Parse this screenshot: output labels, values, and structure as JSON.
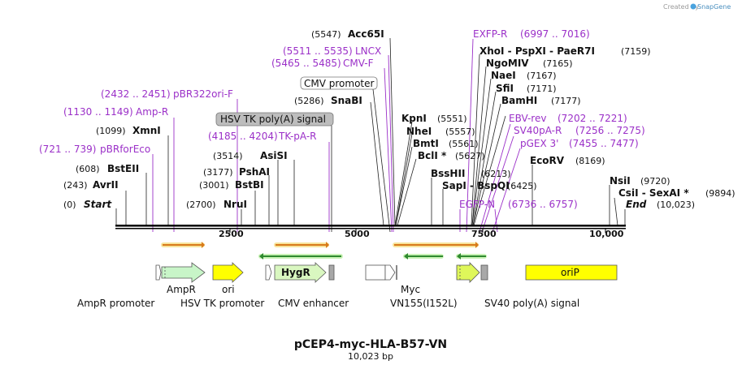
{
  "credit": {
    "text": "Created by",
    "brand": "SnapGene"
  },
  "title": "pCEP4-myc-HLA-B57-VN",
  "subtitle": "10,023 bp",
  "axis_ticks": [
    "2500",
    "5000",
    "7500",
    "10,000"
  ],
  "sites": [
    {
      "name": "Start",
      "pos": "(0)"
    },
    {
      "name": "AvrII",
      "pos": "(243)"
    },
    {
      "name": "BstEII",
      "pos": "(608)"
    },
    {
      "name": "XmnI",
      "pos": "(1099)"
    },
    {
      "name": "NruI",
      "pos": "(2700)"
    },
    {
      "name": "BstBI",
      "pos": "(3001)"
    },
    {
      "name": "PshAI",
      "pos": "(3177)"
    },
    {
      "name": "AsiSI",
      "pos": "(3514)"
    },
    {
      "name": "SnaBI",
      "pos": "(5286)"
    },
    {
      "name": "Acc65I",
      "pos": "(5547)"
    },
    {
      "name": "KpnI",
      "pos": "(5551)"
    },
    {
      "name": "NheI",
      "pos": "(5557)"
    },
    {
      "name": "BmtI",
      "pos": "(5561)"
    },
    {
      "name": "BclI *",
      "pos": "(5627)"
    },
    {
      "name": "BssHII",
      "pos": "(6213)"
    },
    {
      "name": "SapI - BspQI",
      "pos": "(6425)"
    },
    {
      "name": "XhoI - PspXI - PaeR7I",
      "pos": "(7159)"
    },
    {
      "name": "NgoMIV",
      "pos": "(7165)"
    },
    {
      "name": "NaeI",
      "pos": "(7167)"
    },
    {
      "name": "SfiI",
      "pos": "(7171)"
    },
    {
      "name": "BamHI",
      "pos": "(7177)"
    },
    {
      "name": "EcoRV",
      "pos": "(8169)"
    },
    {
      "name": "NsiI",
      "pos": "(9720)"
    },
    {
      "name": "CsiI - SexAI *",
      "pos": "(9894)"
    },
    {
      "name": "End",
      "pos": "(10,023)"
    }
  ],
  "primers": [
    {
      "name": "pBRforEco",
      "range": "(721 .. 739)"
    },
    {
      "name": "Amp-R",
      "range": "(1130 .. 1149)"
    },
    {
      "name": "pBR322ori-F",
      "range": "(2432 .. 2451)"
    },
    {
      "name": "TK-pA-R",
      "range": "(4185 .. 4204)"
    },
    {
      "name": "CMV-F",
      "range": "(5465 .. 5485)"
    },
    {
      "name": "LNCX",
      "range": "(5511 .. 5535)"
    },
    {
      "name": "EXFP-R",
      "range": "(6997 .. 7016)"
    },
    {
      "name": "EBV-rev",
      "range": "(7202 .. 7221)"
    },
    {
      "name": "SV40pA-R",
      "range": "(7256 .. 7275)"
    },
    {
      "name": "pGEX 3'",
      "range": "(7455 .. 7477)"
    },
    {
      "name": "EGFP-N",
      "range": "(6736 .. 6757)"
    }
  ],
  "boxed_labels": {
    "hsv_tk_polya": "HSV TK poly(A) signal",
    "cmv_promoter": "CMV promoter"
  },
  "features": {
    "ampr": "AmpR",
    "ori": "ori",
    "hygr": "HygR",
    "myc": "Myc",
    "orip": "oriP",
    "ampr_promoter": "AmpR promoter",
    "hsv_tk_promoter": "HSV TK promoter",
    "cmv_enhancer": "CMV enhancer",
    "vn155": "VN155(I152L)",
    "sv40_polya": "SV40 poly(A) signal"
  },
  "colors": {
    "primer": "#9b30c8",
    "orange_arrow": "#d87a1a",
    "green_arrow": "#2f8a2f",
    "ampr_fill": "#c8f5c8",
    "yellow_fill": "#ffff00",
    "hygr_fill": "#d9f7c0",
    "gray_box": "#bdbdbd"
  }
}
